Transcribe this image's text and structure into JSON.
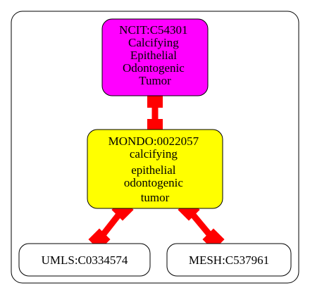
{
  "nodes": {
    "ncit": {
      "lines": [
        "NCIT:C54301",
        "Calcifying",
        "Epithelial",
        "Odontogenic",
        "Tumor"
      ],
      "fill": "#ff00ff"
    },
    "mondo": {
      "lines": [
        "MONDO:0022057",
        "calcifying",
        "epithelial",
        "odontogenic",
        "tumor"
      ],
      "fill": "#ffff00"
    },
    "umls": {
      "lines": [
        "UMLS:C0334574"
      ],
      "fill": "#ffffff"
    },
    "mesh": {
      "lines": [
        "MESH:C537961"
      ],
      "fill": "#ffffff"
    }
  },
  "edges": [
    {
      "from": "ncit",
      "to": "mondo",
      "color": "#ff0000"
    },
    {
      "from": "mondo",
      "to": "umls",
      "color": "#ff0000"
    },
    {
      "from": "mondo",
      "to": "mesh",
      "color": "#ff0000"
    }
  ]
}
